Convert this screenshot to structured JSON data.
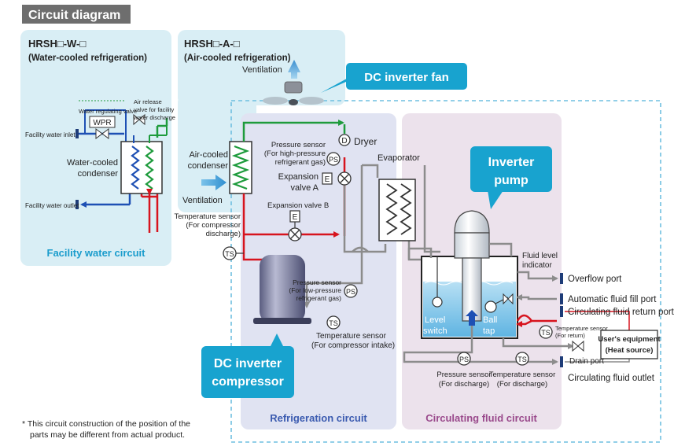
{
  "title": "Circuit diagram",
  "panels": {
    "water_cooled": {
      "model": "HRSH□-W-□",
      "subtitle": "(Water-cooled refrigeration)",
      "caption": "Facility water circuit"
    },
    "air_cooled": {
      "model": "HRSH□-A-□",
      "subtitle": "(Air-cooled refrigeration)",
      "ventilation_top": "Ventilation"
    },
    "refrigeration": {
      "caption": "Refrigeration circuit"
    },
    "circulating": {
      "caption": "Circulating fluid circuit"
    }
  },
  "callouts": {
    "dc_fan": "DC inverter fan",
    "inverter_pump": [
      "Inverter",
      "pump"
    ],
    "dc_compressor": [
      "DC inverter",
      "compressor"
    ]
  },
  "labels": {
    "water_regulating_valve": "Water regulating valve",
    "wpr": "WPR",
    "air_release": [
      "Air release",
      "valve for facility",
      "water discharge"
    ],
    "facility_water_inlet": "Facility water inlet",
    "facility_water_outlet": "Facility water outlet",
    "water_cooled_condenser": [
      "Water-cooled",
      "condenser"
    ],
    "air_cooled_condenser": [
      "Air-cooled",
      "condenser"
    ],
    "ventilation_left": "Ventilation",
    "dryer_symbol": "D",
    "dryer": "Dryer",
    "pressure_sensor_high": [
      "Pressure sensor",
      "(For high-pressure",
      "refrigerant gas)"
    ],
    "ps": "PS",
    "ts": "TS",
    "e": "E",
    "expansion_valve_a": [
      "Expansion",
      "valve A"
    ],
    "expansion_valve_b": "Expansion valve B",
    "evaporator": "Evaporator",
    "temp_sensor_discharge": [
      "Temperature sensor",
      "(For compressor",
      "discharge)"
    ],
    "pressure_sensor_low": [
      "Pressure sensor",
      "(For low-pressure",
      "refrigerant gas)"
    ],
    "temp_sensor_intake": [
      "Temperature sensor",
      "(For compressor intake)"
    ],
    "fluid_level_indicator": [
      "Fluid level",
      "indicator"
    ],
    "overflow_port": "Overflow port",
    "auto_fill_port": "Automatic fluid fill port",
    "return_port": "Circulating fluid return port",
    "temp_sensor_return": [
      "Temperature sensor",
      "(For return)"
    ],
    "users_equipment": [
      "User's equipment",
      "(Heat source)"
    ],
    "drain_port": "Drain port",
    "circulating_outlet": "Circulating fluid outlet",
    "level_switch": [
      "Level",
      "switch"
    ],
    "ball_tap": [
      "Ball",
      "tap"
    ],
    "pressure_sensor_discharge": [
      "Pressure sensor",
      "(For discharge)"
    ],
    "temp_sensor_discharge2": [
      "Temperature sensor",
      "(For discharge)"
    ]
  },
  "footnote": [
    "* This circuit construction of the position of the",
    "parts may be different from actual product."
  ],
  "colors": {
    "hot": "#d7141e",
    "cold": "#1e50b4",
    "green": "#1e9b3c",
    "grey": "#8c8c8c",
    "callout": "#18a3cf",
    "panel_blue": "#d9eef5",
    "panel_lav": "#e0e3f2",
    "panel_pink": "#ece2ec",
    "water": "#8ccbea"
  }
}
